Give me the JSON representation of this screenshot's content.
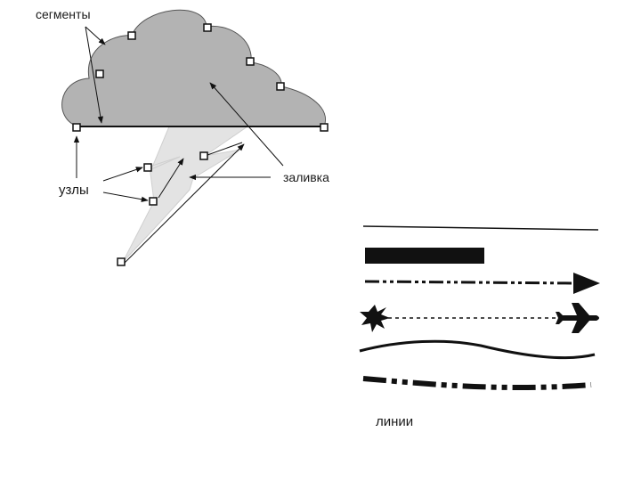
{
  "labels": {
    "segments": "сегменты",
    "nodes": "узлы",
    "fill": "заливка",
    "lines": "линии"
  },
  "colors": {
    "cloud_fill": "#b3b3b3",
    "lightning_fill": "#e3e3e3",
    "stroke": "#111111",
    "node_fill": "#ffffff"
  },
  "line_styles": [
    "solid-thin",
    "solid-thick-bar",
    "dash-dot-arrow",
    "explosion-dashed-airplane",
    "freehand-curve",
    "thick-dash-dot"
  ],
  "icons": [
    "arrowhead-icon",
    "explosion-icon",
    "airplane-icon"
  ]
}
